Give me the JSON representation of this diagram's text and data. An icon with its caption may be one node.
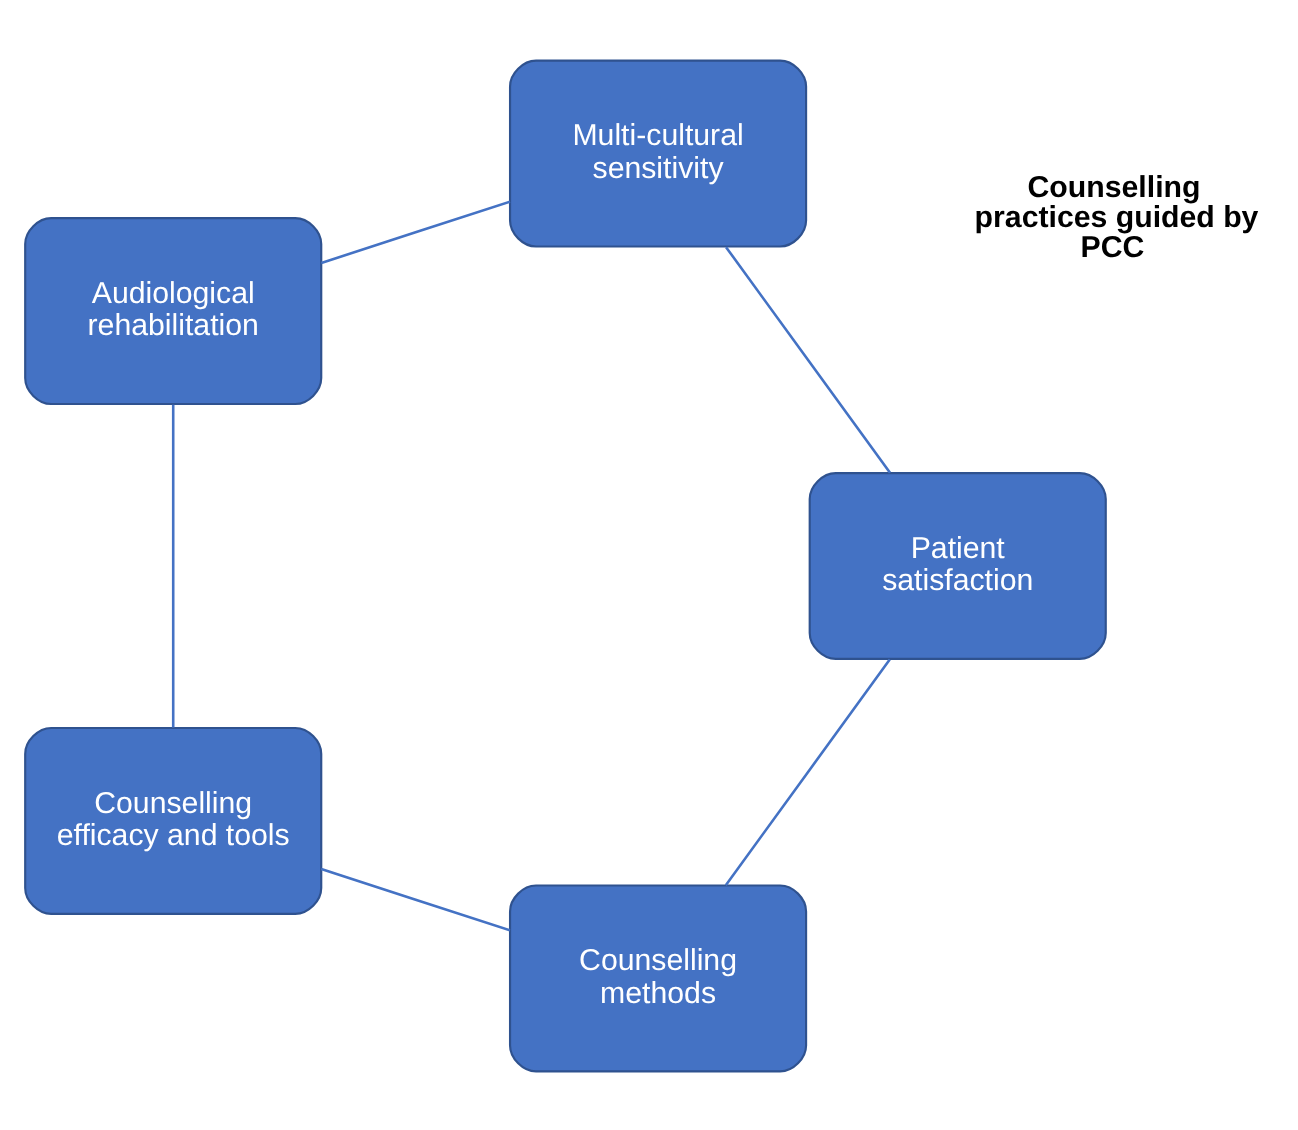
{
  "diagram": {
    "nodes": [
      {
        "text": [
          "Counselling methods"
        ]
      },
      {
        "text": [
          "Counselling efficacy and tools"
        ]
      },
      {
        "text": [
          "Audiological rehabilitation"
        ]
      },
      {
        "text": [
          "Multi-cultural sensitivity"
        ]
      },
      {
        "text": [
          "Patient satisfaction"
        ]
      }
    ],
    "edges": [
      {
        "from": 0,
        "to": 1,
        "arrow": "none"
      },
      {
        "from": 1,
        "to": 2,
        "arrow": "none"
      },
      {
        "from": 2,
        "to": 3,
        "arrow": "none"
      },
      {
        "from": 3,
        "to": 4,
        "arrow": "none"
      },
      {
        "from": 4,
        "to": 0,
        "arrow": "none"
      }
    ],
    "labels": [
      "Counselling practices guided by PCC"
    ]
  }
}
